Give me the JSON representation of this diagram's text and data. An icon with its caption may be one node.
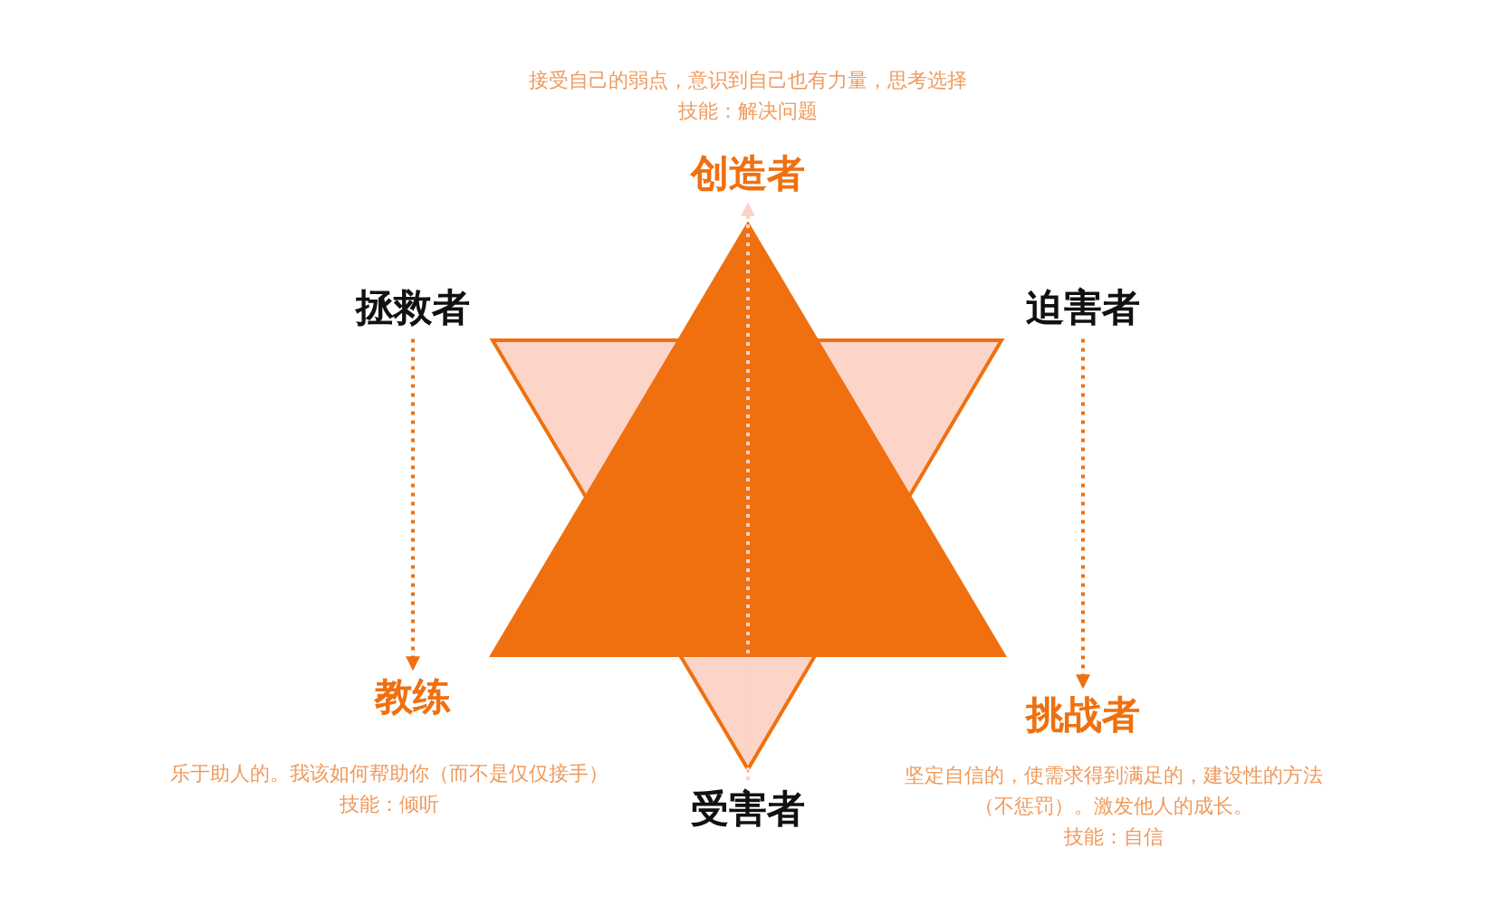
{
  "diagram": {
    "nodes": [
      {
        "text": [
          "创造者"
        ],
        "beside": [
          "接受自己的弱点，意识到自己也有力量，思考选择",
          "技能：解决问题"
        ]
      },
      {
        "text": [
          "拯救者"
        ]
      },
      {
        "text": [
          "迫害者"
        ]
      },
      {
        "text": [
          "教练"
        ],
        "beside": [
          "乐于助人的。我该如何帮助你（而不是仅仅接手）",
          "技能：倾听"
        ]
      },
      {
        "text": [
          "挑战者"
        ],
        "beside": [
          "坚定自信的，使需求得到满足的，建设性的方法（不惩罚）。激发他人的成长。",
          "技能：自信"
        ]
      },
      {
        "text": [
          "受害者"
        ]
      }
    ],
    "edges": [
      {
        "from": 1,
        "to": 3,
        "arrow": "to",
        "style": "dashed"
      },
      {
        "from": 2,
        "to": 4,
        "arrow": "to",
        "style": "dashed"
      },
      {
        "from": 5,
        "to": 0,
        "arrow": "to",
        "style": "dashed",
        "color": "#fcd2c4"
      }
    ]
  }
}
